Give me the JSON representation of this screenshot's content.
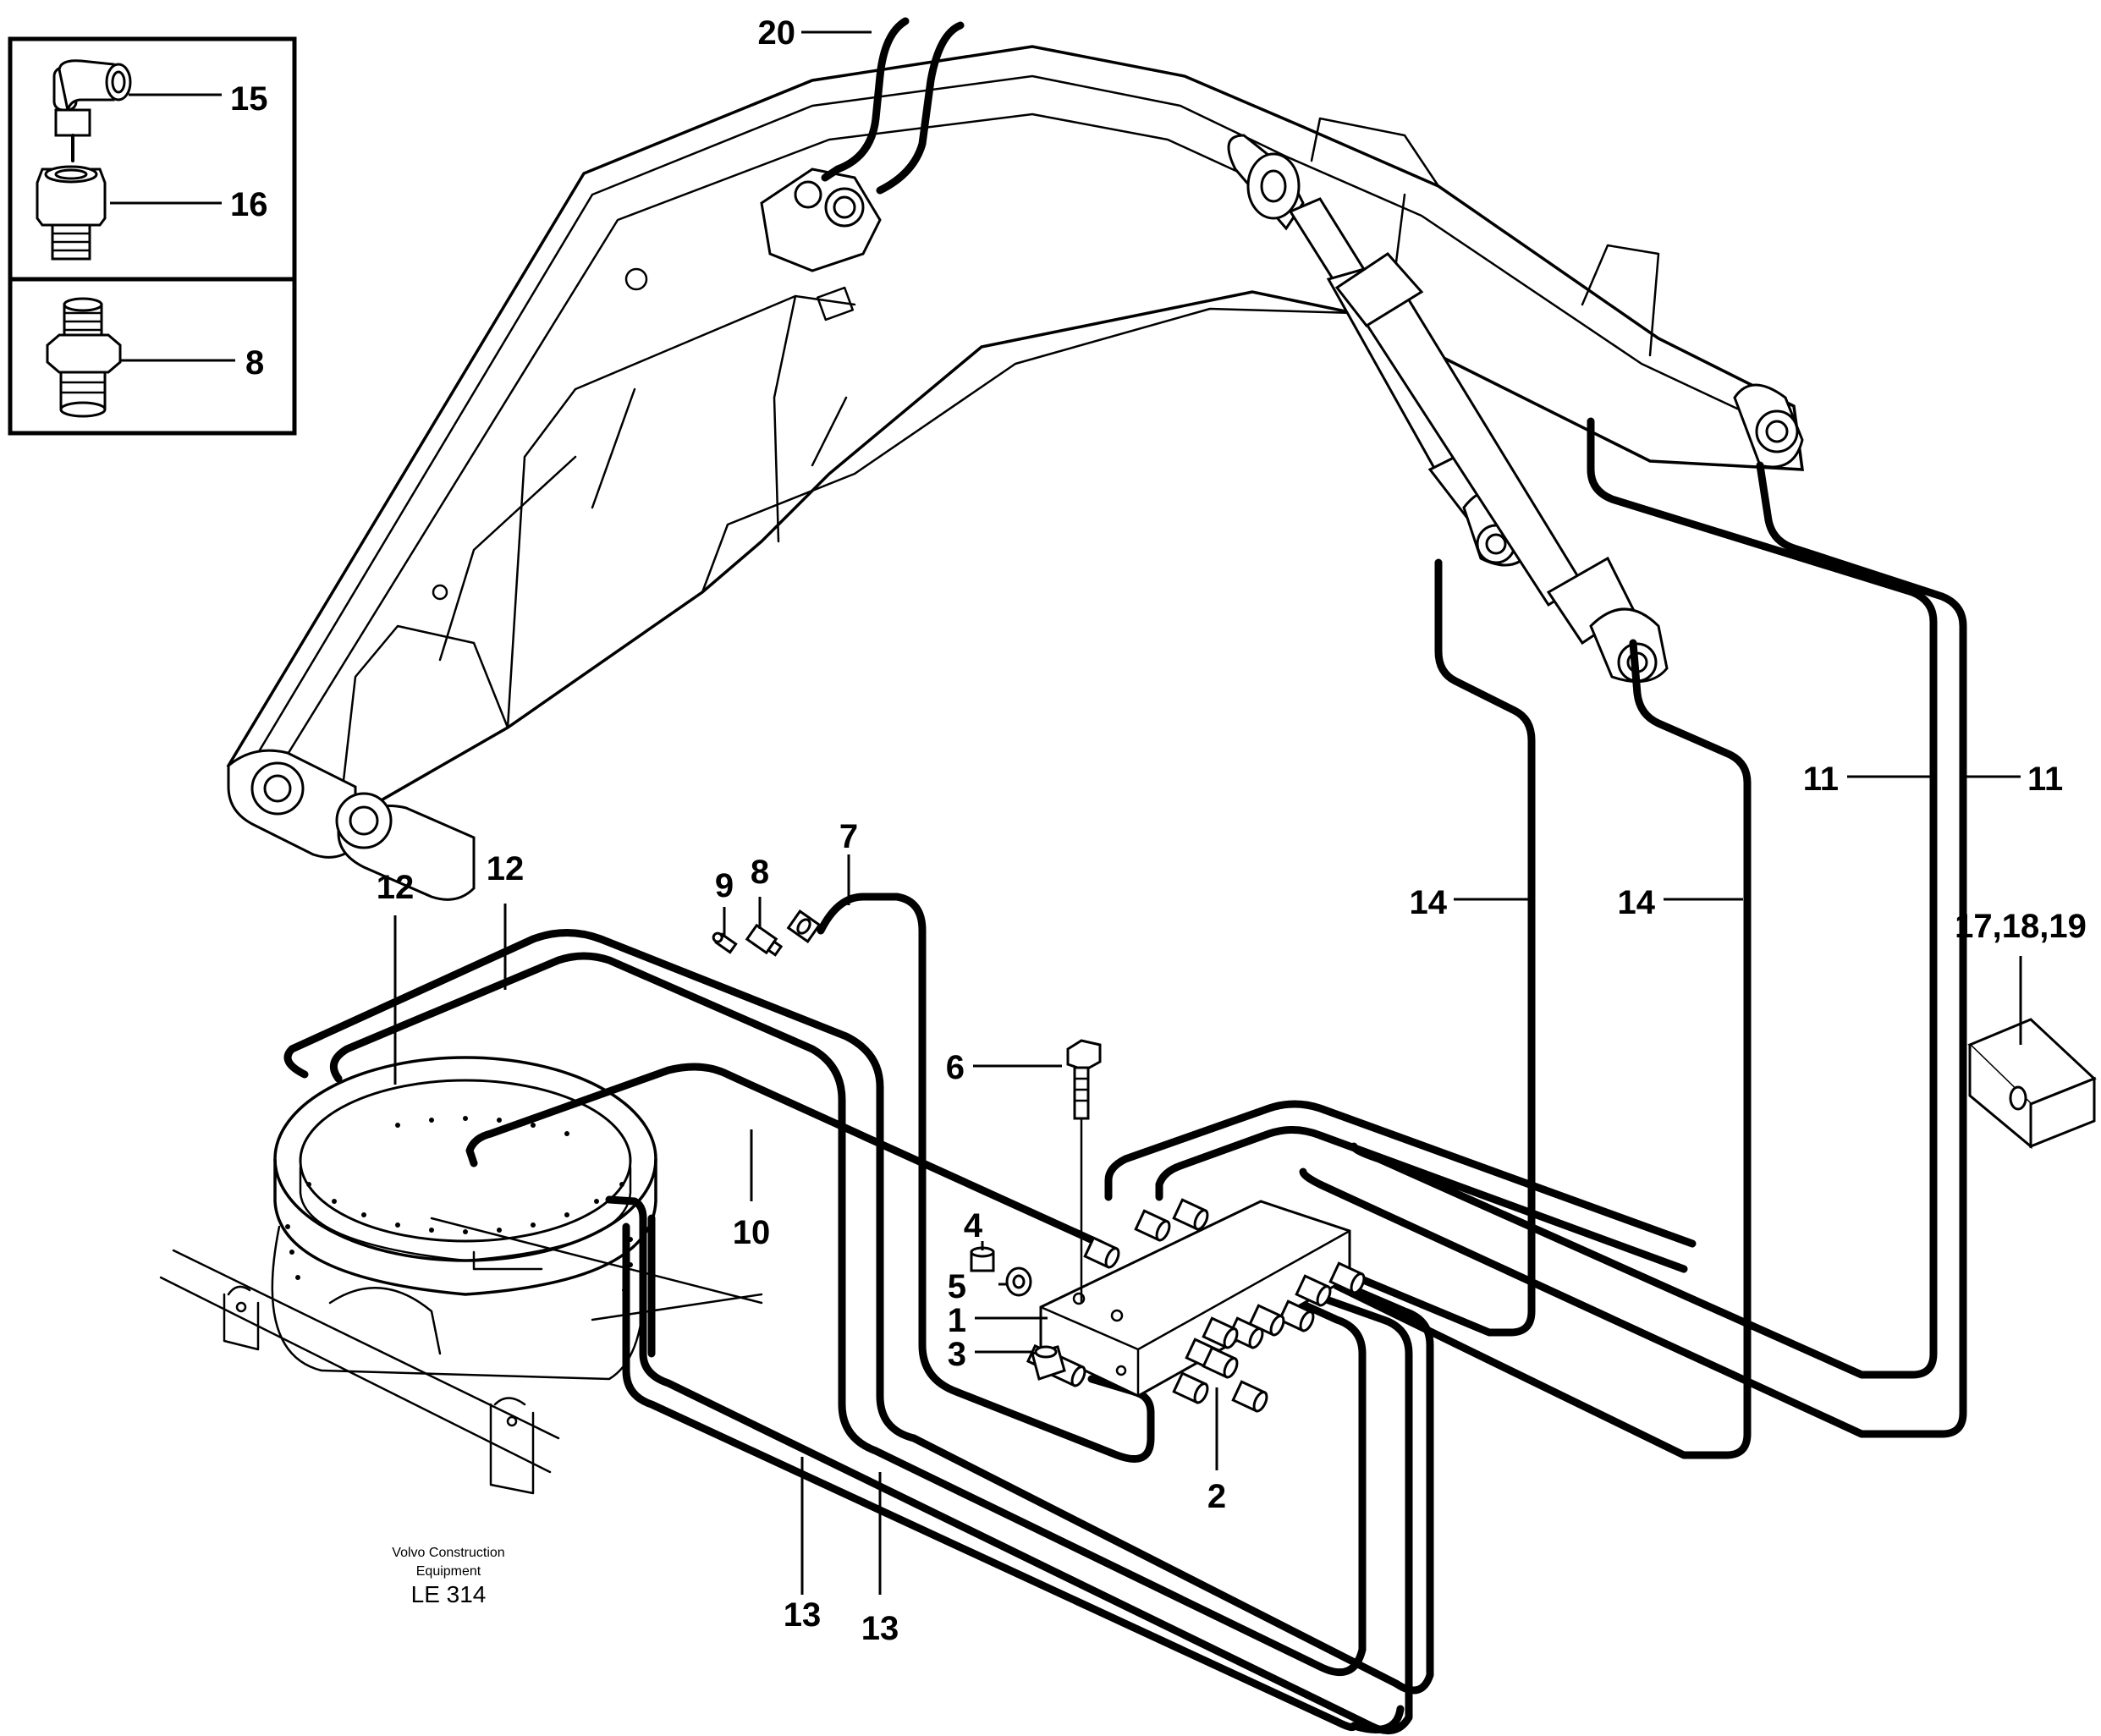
{
  "callouts": {
    "c20": "20",
    "c15": "15",
    "c16": "16",
    "c8_inset": "8",
    "c12a": "12",
    "c12b": "12",
    "c9": "9",
    "c8": "8",
    "c7": "7",
    "c6": "6",
    "c10": "10",
    "c4": "4",
    "c5": "5",
    "c1": "1",
    "c3": "3",
    "c2": "2",
    "c13a": "13",
    "c13b": "13",
    "c14a": "14",
    "c14b": "14",
    "c11a": "11",
    "c11b": "11",
    "c17": "17,18,19"
  },
  "caption": {
    "line1": "Volvo Construction",
    "line2": "Equipment",
    "id": "LE  314"
  }
}
